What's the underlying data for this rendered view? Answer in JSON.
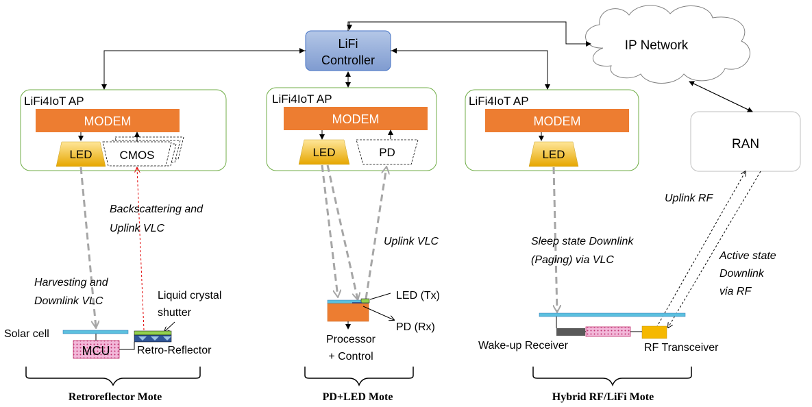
{
  "controller": {
    "line1": "LiFi",
    "line2": "Controller"
  },
  "network": {
    "cloud_label": "IP Network",
    "ran_label": "RAN"
  },
  "ap_left": {
    "title": "LiFi4IoT AP",
    "modem": "MODEM",
    "led": "LED",
    "sensor": "CMOS"
  },
  "ap_middle": {
    "title": "LiFi4IoT AP",
    "modem": "MODEM",
    "led": "LED",
    "sensor": "PD"
  },
  "ap_right": {
    "title": "LiFi4IoT AP",
    "modem": "MODEM",
    "led": "LED"
  },
  "labels": {
    "backscatter_1": "Backscattering and",
    "backscatter_2": "Uplink  VLC",
    "harvest_1": "Harvesting and",
    "harvest_2": "Downlink VLC",
    "uplink_vlc": "Uplink  VLC",
    "sleep_1": "Sleep state Downlink",
    "sleep_2": "(Paging) via VLC",
    "uplink_rf": "Uplink  RF",
    "active_1": "Active state",
    "active_2": "Downlink",
    "active_3": "via RF"
  },
  "mote_retro": {
    "liquid_1": "Liquid crystal",
    "liquid_2": "shutter",
    "solar": "Solar cell",
    "mcu": "MCU",
    "retro": "Retro-Reflector",
    "caption": "Retroreflector  Mote"
  },
  "mote_pd": {
    "led_tx": "LED (Tx)",
    "pd_rx": "PD (Rx)",
    "proc_1": "Processor",
    "proc_2": "+ Control",
    "caption": "PD+LED Mote"
  },
  "mote_hybrid": {
    "wakeup": "Wake-up  Receiver",
    "rf": "RF Transceiver",
    "caption": "Hybrid  RF/LiFi Mote"
  },
  "colors": {
    "modem": "#ED7D31",
    "controller": "#8FAADC",
    "ap_border": "#70AD47",
    "led_gold": "#FFC000",
    "solar_blue": "#5BC0DE",
    "mcu_pink": "#E8A0C8",
    "rf_orange": "#F5B800"
  }
}
